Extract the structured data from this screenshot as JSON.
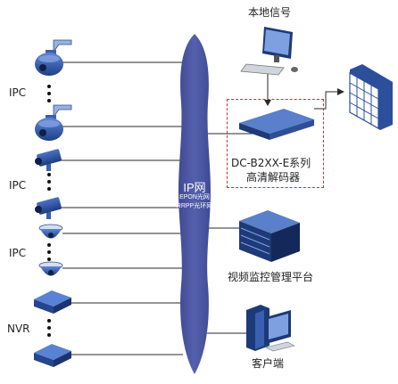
{
  "network": {
    "title": "IP网",
    "line1": "EPON光网",
    "line2": "RRPP光环网"
  },
  "labels": {
    "ipc_1": "IPC",
    "ipc_2": "IPC",
    "ipc_3": "IPC",
    "nvr": "NVR",
    "local_signal": "本地信号",
    "decoder_line1": "DC-B2XX-E系列",
    "decoder_line2": "高清解码器",
    "platform": "视频监控管理平台",
    "client": "客户端"
  },
  "colors": {
    "cloud": "#4a55a0",
    "device_blue": "#2c4f9c",
    "decoder_border": "#d62b2b",
    "line": "#2a2a2a"
  }
}
